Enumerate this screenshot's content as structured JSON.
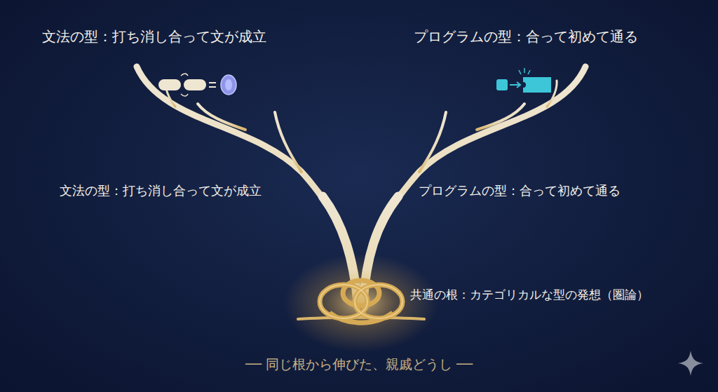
{
  "diagram": {
    "caption": "── 同じ根から伸びた、親戚どうし ──",
    "labels": [
      "文法の型：打ち消し合って文が成立",
      "プログラムの型：合って初めて通る",
      "文法の型：打ち消し合って文が成立",
      "プログラムの型：合って初めて通る",
      "共通の根：カテゴリカルな型の発想（圏論）"
    ]
  }
}
